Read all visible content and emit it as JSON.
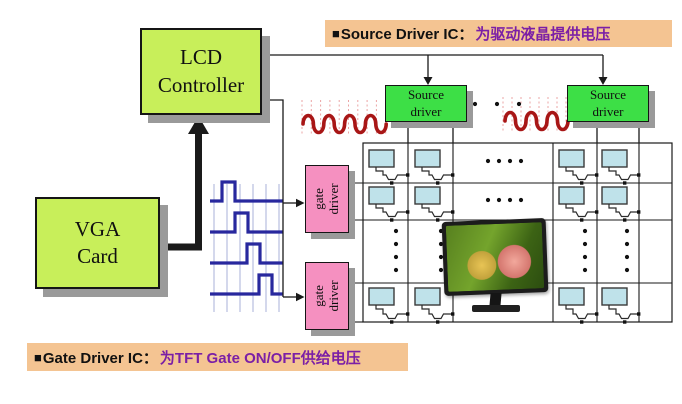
{
  "banners": {
    "source_driver": {
      "bullet": "■",
      "title": "Source Driver IC：",
      "description": "为驱动液晶提供电压"
    },
    "gate_driver": {
      "bullet": "■",
      "title": "Gate Driver IC：",
      "description": "为TFT Gate ON/OFF供给电压"
    }
  },
  "blocks": {
    "lcd_controller": {
      "label": "LCD Controller"
    },
    "vga_card": {
      "label": "VGA Card"
    },
    "source_driver_top_left": {
      "label": "Source driver"
    },
    "source_driver_top_right": {
      "label": "Source driver"
    },
    "gate_driver_upper": {
      "label": "gate driver"
    },
    "gate_driver_lower": {
      "label": "gate driver"
    }
  },
  "colors": {
    "controller_fill": "#c8ef5a",
    "source_driver_fill": "#3ddf46",
    "gate_driver_fill": "#f590c0",
    "banner_fill": "#f4c492",
    "banner_text": "#111111",
    "chinese_text": "#7b1fa6",
    "waveform_red": "#a81616",
    "waveform_grid_pink": "#eba4a4",
    "pulse_blue": "#28289e",
    "pulse_grid_blue": "#aab0d8",
    "pixel_fill": "#bfe2ea",
    "line_color": "#1a1a1a",
    "shadow": "#9a9a9a"
  }
}
